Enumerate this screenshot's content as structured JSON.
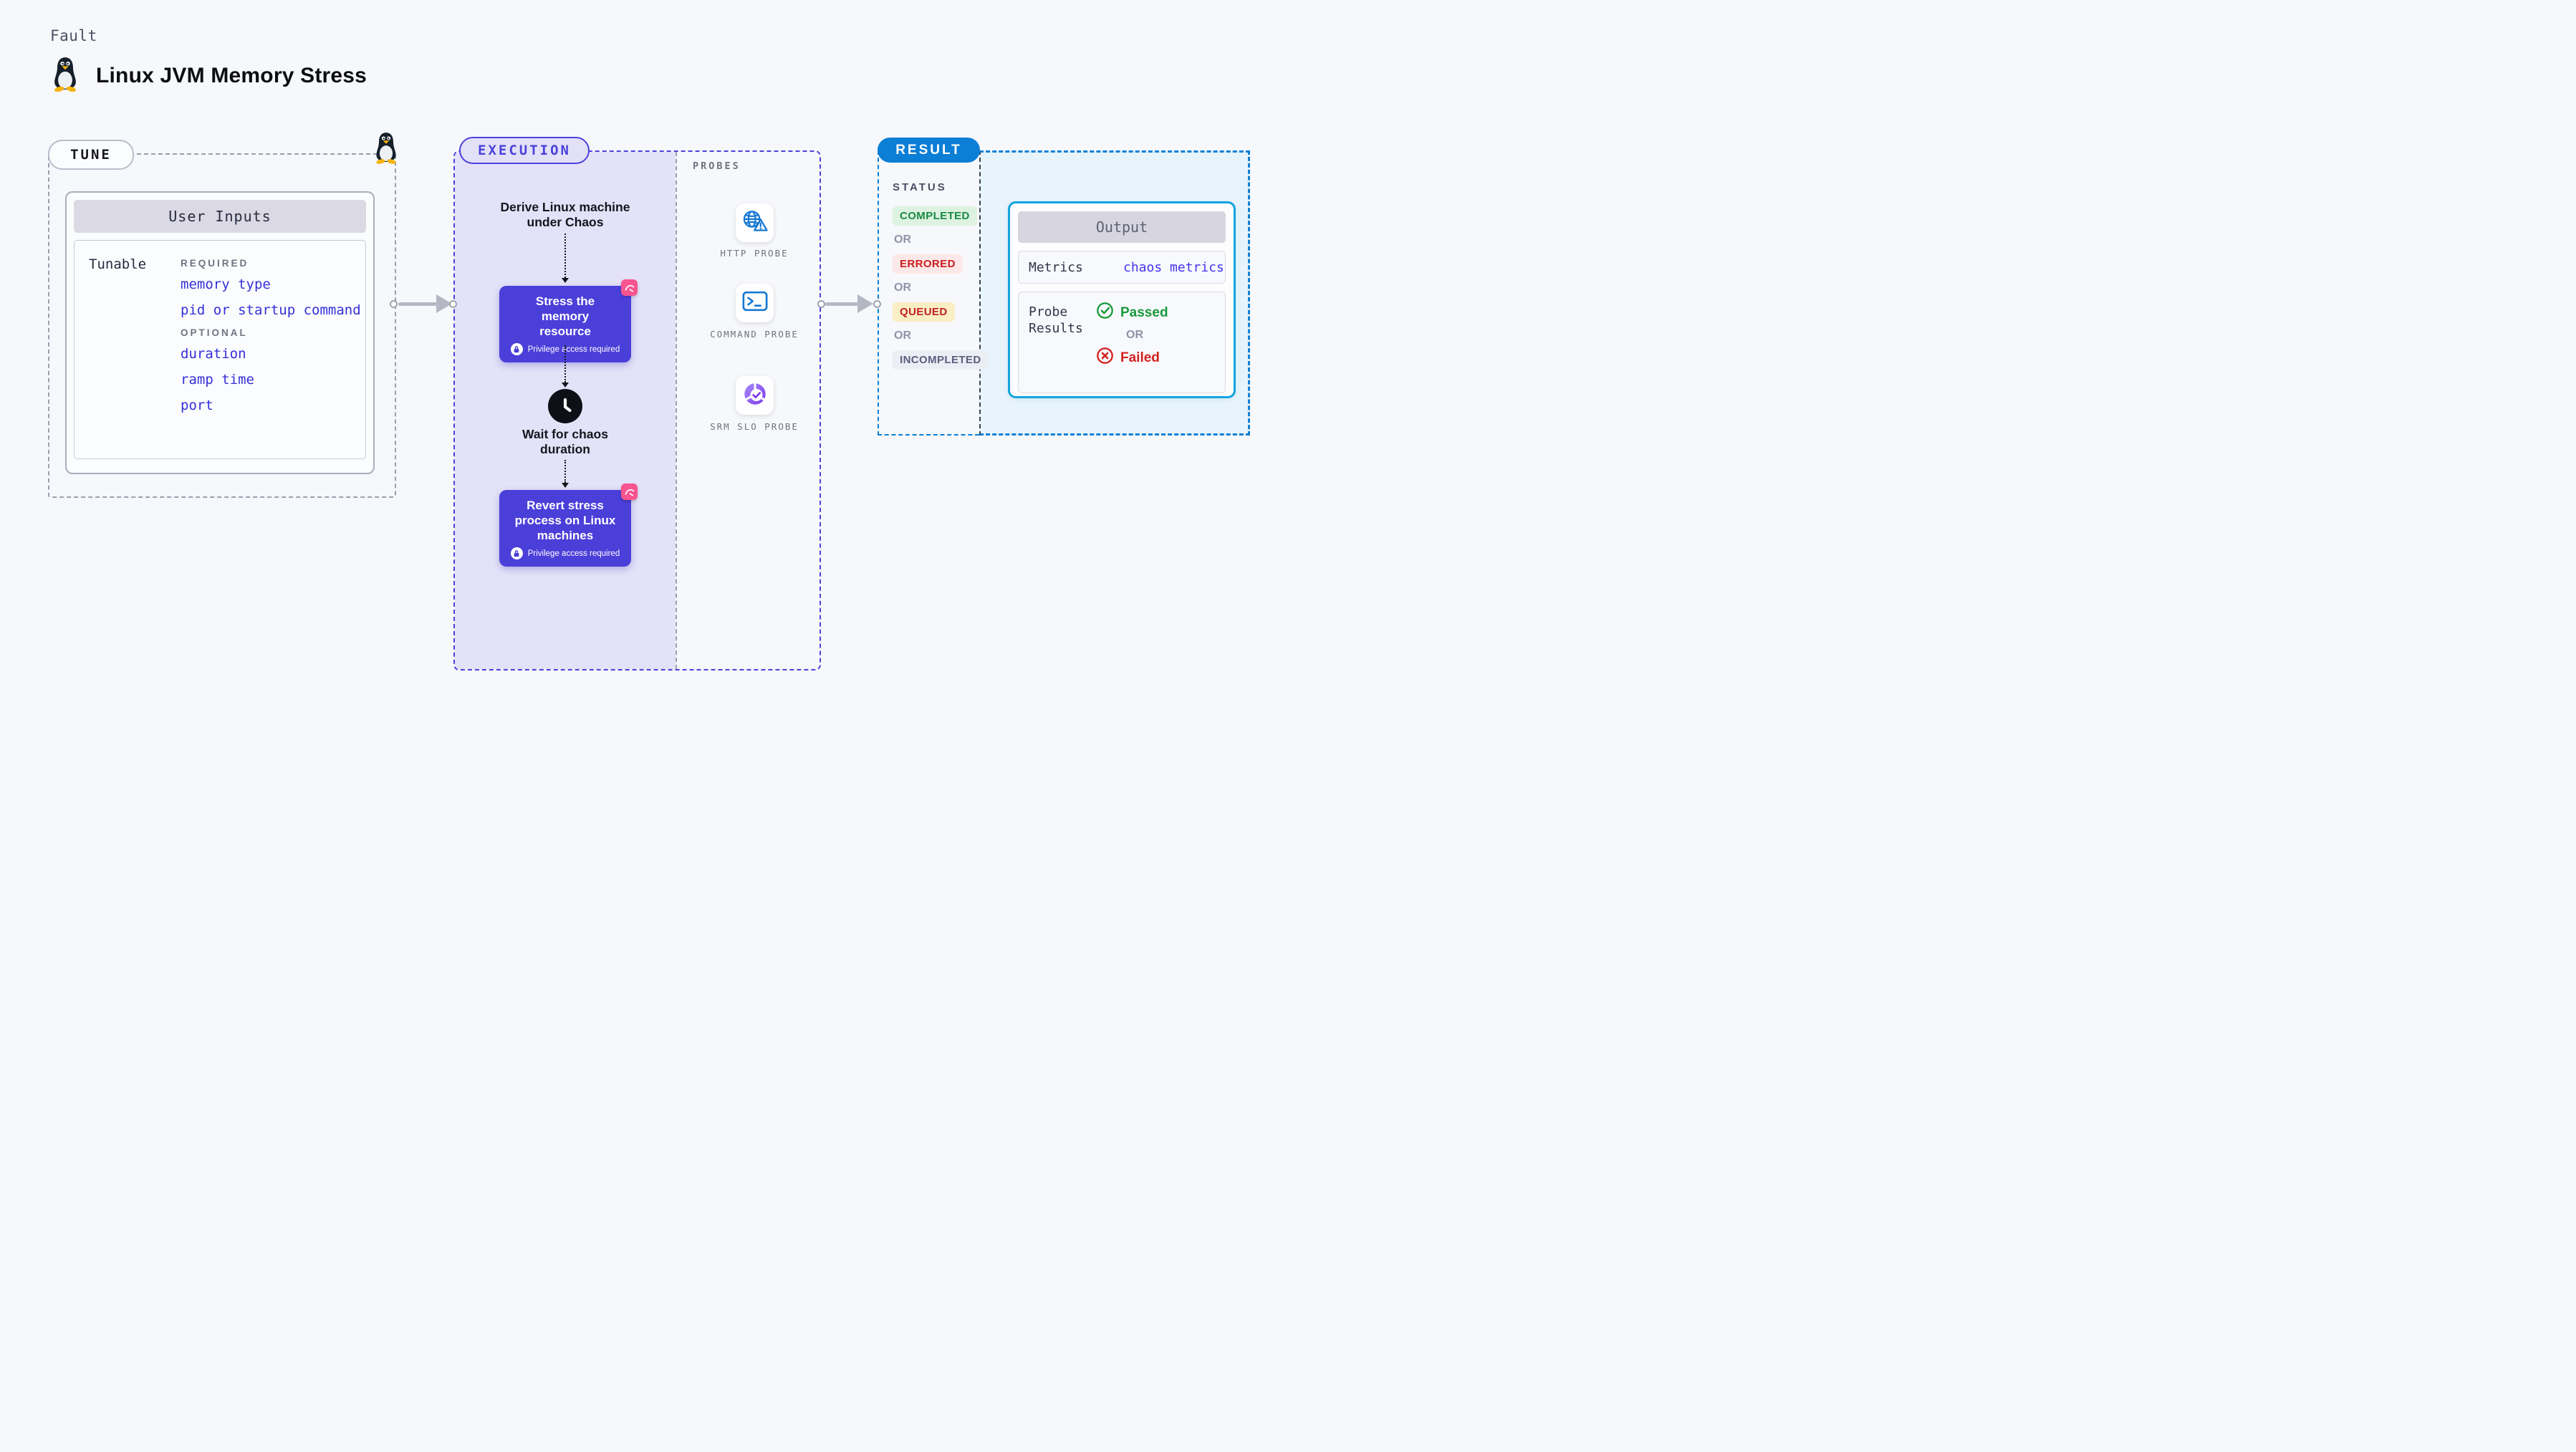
{
  "page": {
    "fault_label": "Fault",
    "title": "Linux JVM Memory Stress",
    "background": "#f7f8fb"
  },
  "tune": {
    "pill": "TUNE",
    "card_title": "User Inputs",
    "tunable_label": "Tunable",
    "required_label": "REQUIRED",
    "required_items": [
      "memory type",
      "pid or startup command"
    ],
    "optional_label": "OPTIONAL",
    "optional_items": [
      "duration",
      "ramp time",
      "port"
    ],
    "param_color": "#3430d8"
  },
  "execution": {
    "pill": "EXECUTION",
    "accent_color": "#4b42db",
    "pane_fill": "#e4e2f8",
    "node_fill": "#4b3fd9",
    "chaos_badge_color": "#f8548f",
    "derive_step": "Derive Linux machine under Chaos",
    "stress_step": {
      "title": "Stress the memory resource",
      "badge": "Privilege access required"
    },
    "wait_step": "Wait for chaos duration",
    "revert_step": {
      "title": "Revert stress process on Linux machines",
      "badge": "Privilege access required"
    }
  },
  "probes": {
    "label": "PROBES",
    "items": [
      {
        "label": "HTTP PROBE",
        "icon": "globe-alert-icon",
        "icon_color": "#1478d2"
      },
      {
        "label": "COMMAND PROBE",
        "icon": "terminal-icon",
        "icon_color": "#1478d2"
      },
      {
        "label": "SRM SLO PROBE",
        "icon": "slo-donut-icon",
        "icon_color": "#7c3aed"
      }
    ]
  },
  "result": {
    "pill": "RESULT",
    "accent_color": "#0b7ed6",
    "status_label": "STATUS",
    "or_label": "OR",
    "statuses": [
      {
        "label": "COMPLETED",
        "bg": "#ddf2e0",
        "fg": "#188a44"
      },
      {
        "label": "ERRORED",
        "bg": "#fce8e8",
        "fg": "#cb1d1d"
      },
      {
        "label": "QUEUED",
        "bg": "#faeec4",
        "fg": "#bf2222"
      },
      {
        "label": "INCOMPLETED",
        "bg": "#eceef5",
        "fg": "#5a5f7e"
      }
    ],
    "output": {
      "title": "Output",
      "metrics_label": "Metrics",
      "metrics_value": "chaos metrics",
      "metrics_value_color": "#4334ef",
      "probe_results_label": "Probe Results",
      "passed_label": "Passed",
      "passed_color": "#189a3c",
      "failed_label": "Failed",
      "failed_color": "#d32121"
    }
  }
}
